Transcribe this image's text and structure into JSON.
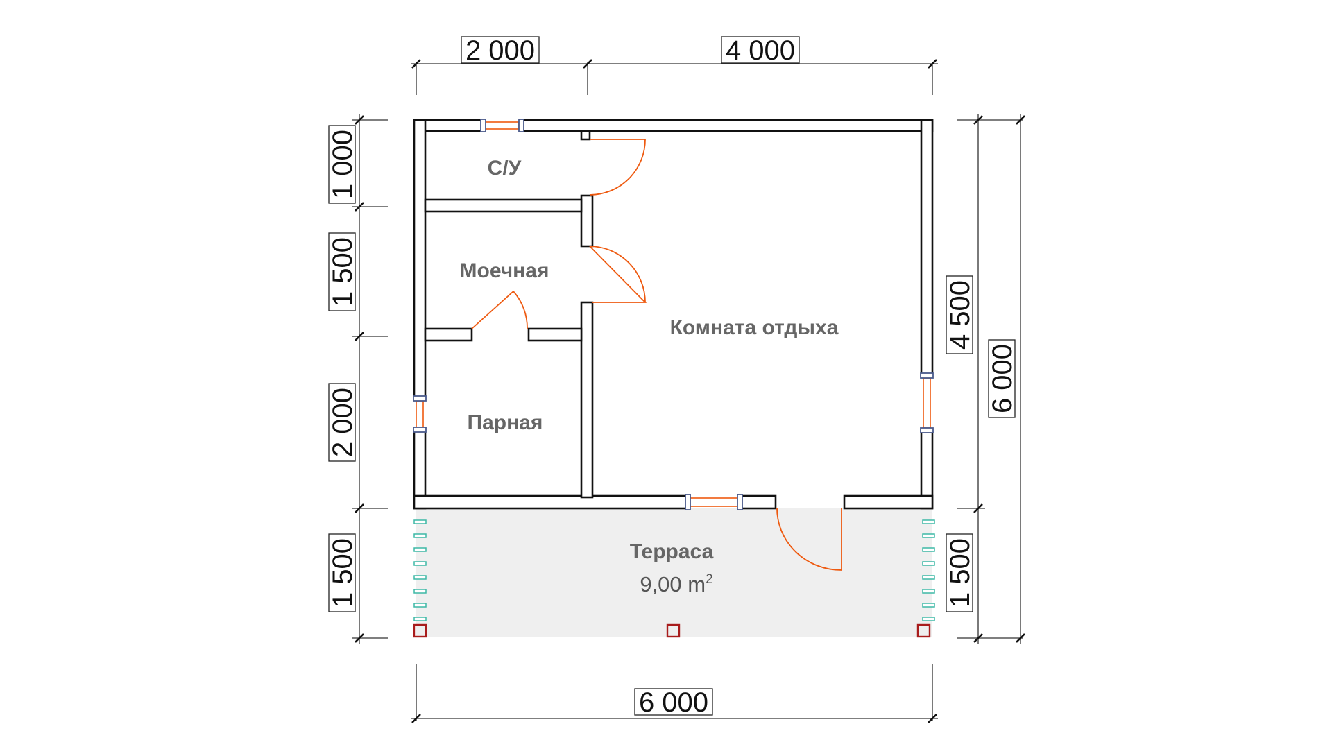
{
  "dimensions": {
    "top_left": "2 000",
    "top_right": "4 000",
    "bottom_total": "6 000",
    "left_su": "1 000",
    "left_moechnaya": "1 500",
    "left_parnaya": "2 000",
    "left_terrace": "1 500",
    "right_house": "4 500",
    "right_terrace": "1 500",
    "right_total": "6 000"
  },
  "rooms": {
    "su": "С/У",
    "moechnaya": "Моечная",
    "komnata": "Комната отдыха",
    "parnaya": "Парная",
    "terrace": "Терраса"
  },
  "terrace_area": {
    "value": "9,00 m",
    "unit_superscript": "2"
  },
  "colors": {
    "wall": "#111111",
    "door": "#ee5a10",
    "terrace_fill": "#efefef",
    "railing": "#3db8a6",
    "post": "#a81c1c"
  }
}
